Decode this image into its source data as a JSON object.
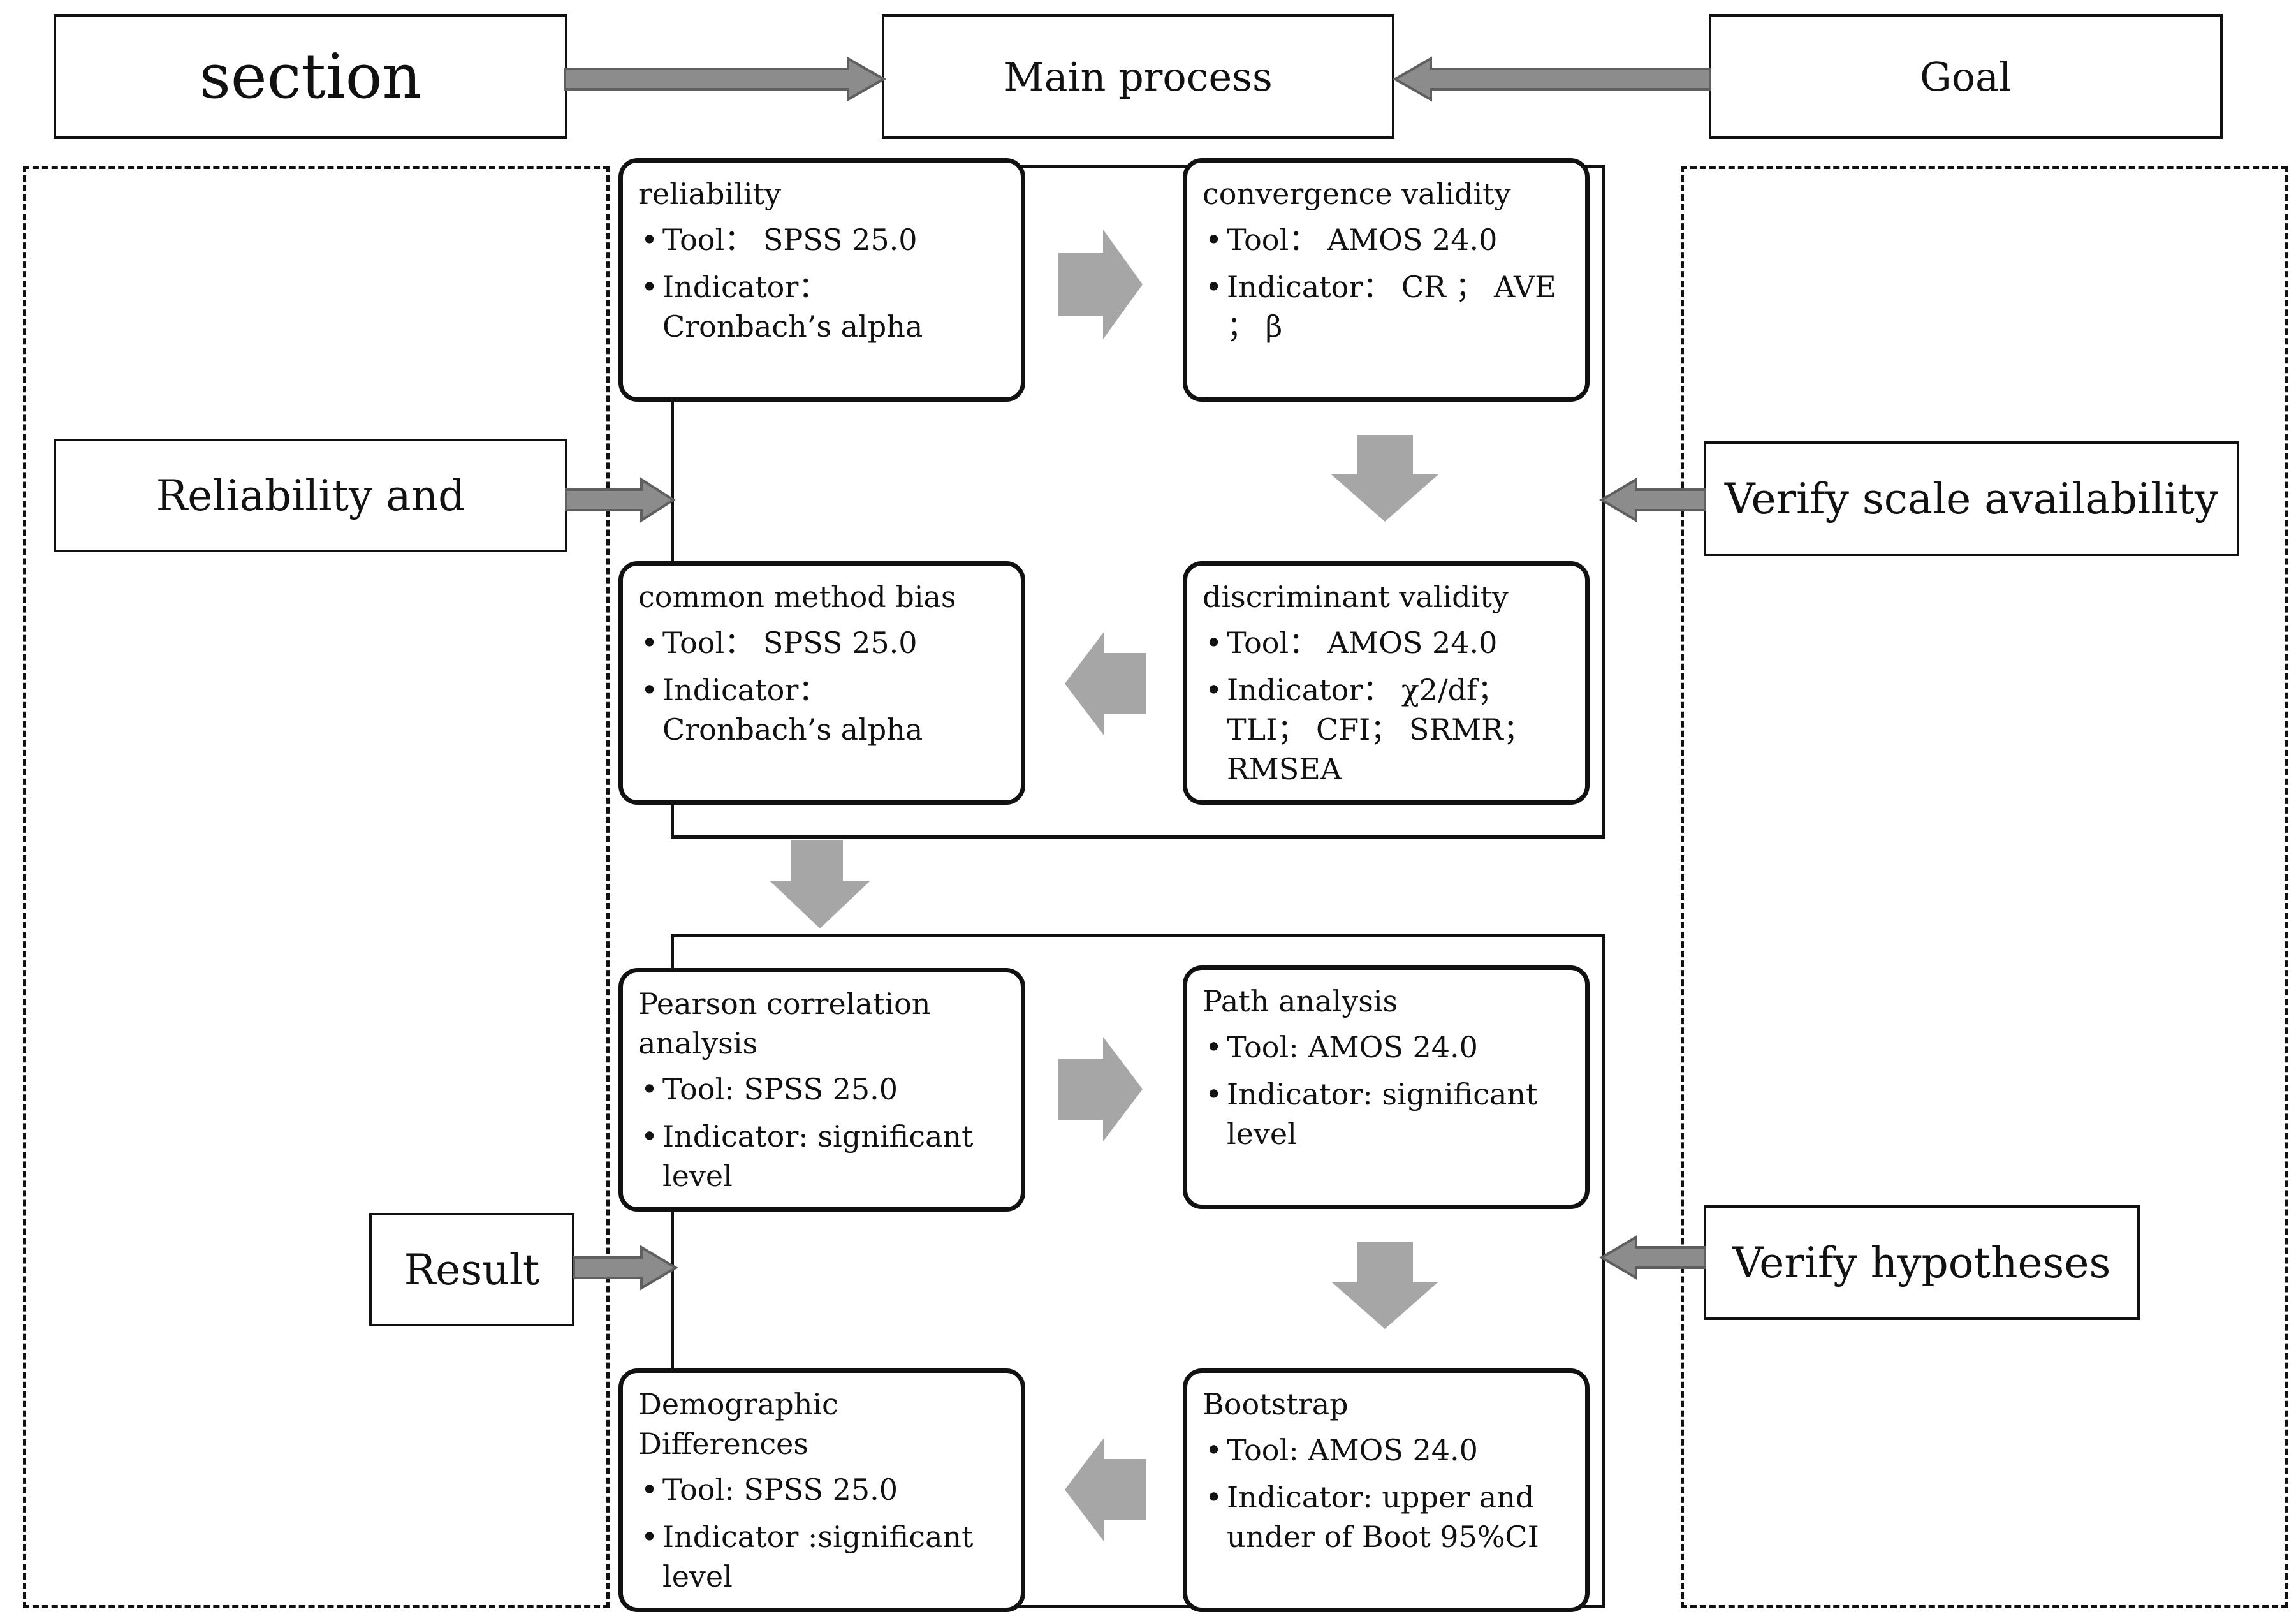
{
  "header": {
    "section": "section",
    "main_process": "Main process",
    "goal": "Goal"
  },
  "left_labels": {
    "reliability": "Reliability and",
    "result": "Result"
  },
  "right_labels": {
    "verify_scale": "Verify scale availability",
    "verify_hypotheses": "Verify hypotheses"
  },
  "steps": {
    "reliability": {
      "title": "reliability",
      "items": [
        "Tool： SPSS 25.0",
        "Indicator： Cronbach’s alpha"
      ]
    },
    "convergence": {
      "title": "convergence validity",
      "items": [
        "Tool： AMOS 24.0",
        "Indicator： CR ； AVE ； β"
      ]
    },
    "common_method": {
      "title": "common method bias",
      "items": [
        "Tool： SPSS 25.0",
        "Indicator： Cronbach’s alpha"
      ]
    },
    "discriminant": {
      "title": "discriminant validity",
      "items": [
        "Tool： AMOS 24.0",
        "Indicator： χ2/df； TLI； CFI； SRMR； RMSEA"
      ]
    },
    "pearson": {
      "title": "Pearson correlation analysis",
      "items": [
        "Tool: SPSS 25.0",
        "Indicator: significant level"
      ]
    },
    "path": {
      "title": "Path analysis",
      "items": [
        "Tool: AMOS 24.0",
        "Indicator: significant level"
      ]
    },
    "demographic": {
      "title": "Demographic Differences",
      "items": [
        "Tool: SPSS 25.0",
        "Indicator :significant level"
      ]
    },
    "bootstrap": {
      "title": "Bootstrap",
      "items": [
        "Tool: AMOS 24.0",
        "Indicator: upper and under of Boot 95%CI"
      ]
    }
  },
  "colors": {
    "block_arrow": "#a6a6a6",
    "connector_arrow_fill": "#8c8c8c",
    "connector_arrow_edge": "#5f5f5f",
    "line": "#111111"
  }
}
